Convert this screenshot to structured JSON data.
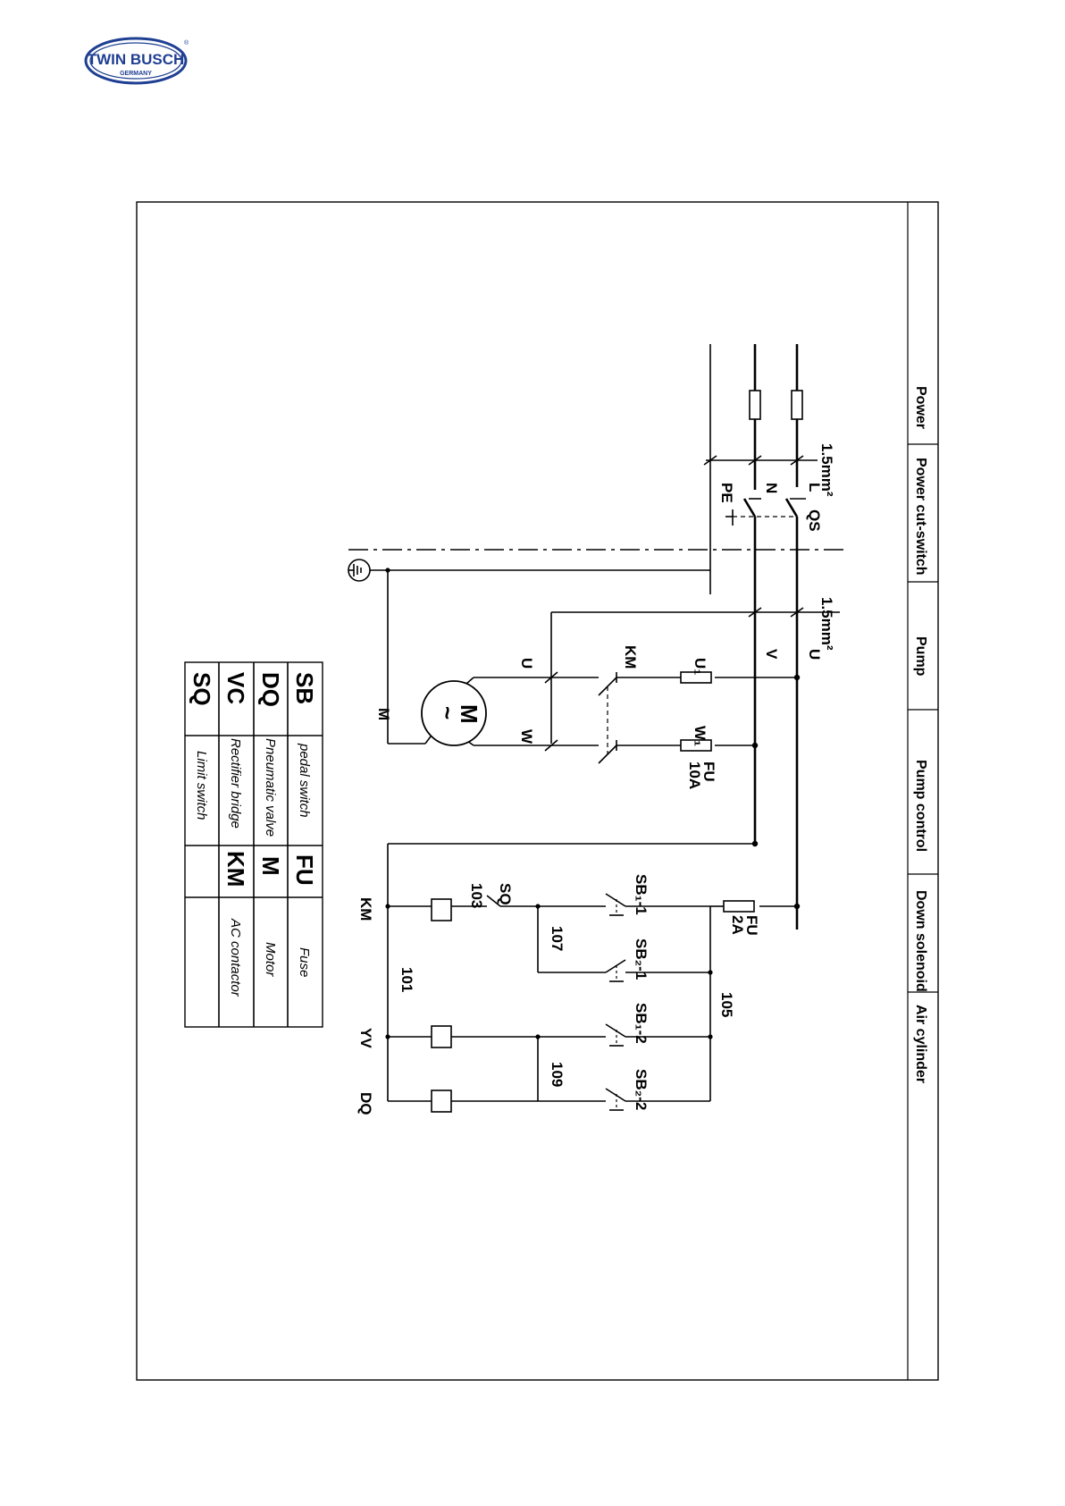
{
  "logo": {
    "brand": "TWIN BUSCH",
    "sub": "GERMANY",
    "mark": "®"
  },
  "sections": [
    "Power",
    "Power cut-switch",
    "Pump",
    "Pump control",
    "Down solenoid",
    "Air cylinder"
  ],
  "labels": {
    "wire_size_1": "1.5mm²",
    "wire_size_2": "1.5mm²",
    "L": "L",
    "N": "N",
    "PE": "PE",
    "QS": "QS",
    "U": "U",
    "V": "V",
    "KM_contact": "KM",
    "U1": "U₁",
    "W1": "W₁",
    "FU_main": "FU",
    "FU_main_rating": "10A",
    "motor_U": "U",
    "motor_W": "W",
    "motor_M": "M",
    "motor_tilde": "~",
    "motor_ground_M": "M",
    "FU_ctrl": "FU",
    "FU_ctrl_rating": "2A",
    "SB1_1": "SB₁-1",
    "SB2_1": "SB₂-1",
    "SB1_2": "SB₁-2",
    "SB2_2": "SB₂-2",
    "SQ": "SQ",
    "w103": "103",
    "w107": "107",
    "w101": "101",
    "w105": "105",
    "w109": "109",
    "coil_KM": "KM",
    "coil_YV": "YV",
    "coil_DQ": "DQ"
  },
  "legend": [
    {
      "code": "SB",
      "desc": "pedal switch",
      "code2": "FU",
      "desc2": "Fuse"
    },
    {
      "code": "DQ",
      "desc": "Pneumatic valve",
      "code2": "M",
      "desc2": "Motor"
    },
    {
      "code": "VC",
      "desc": "Rectifier bridge",
      "code2": "KM",
      "desc2": "AC contactor"
    },
    {
      "code": "SQ",
      "desc": "Limit switch",
      "code2": "",
      "desc2": ""
    }
  ]
}
